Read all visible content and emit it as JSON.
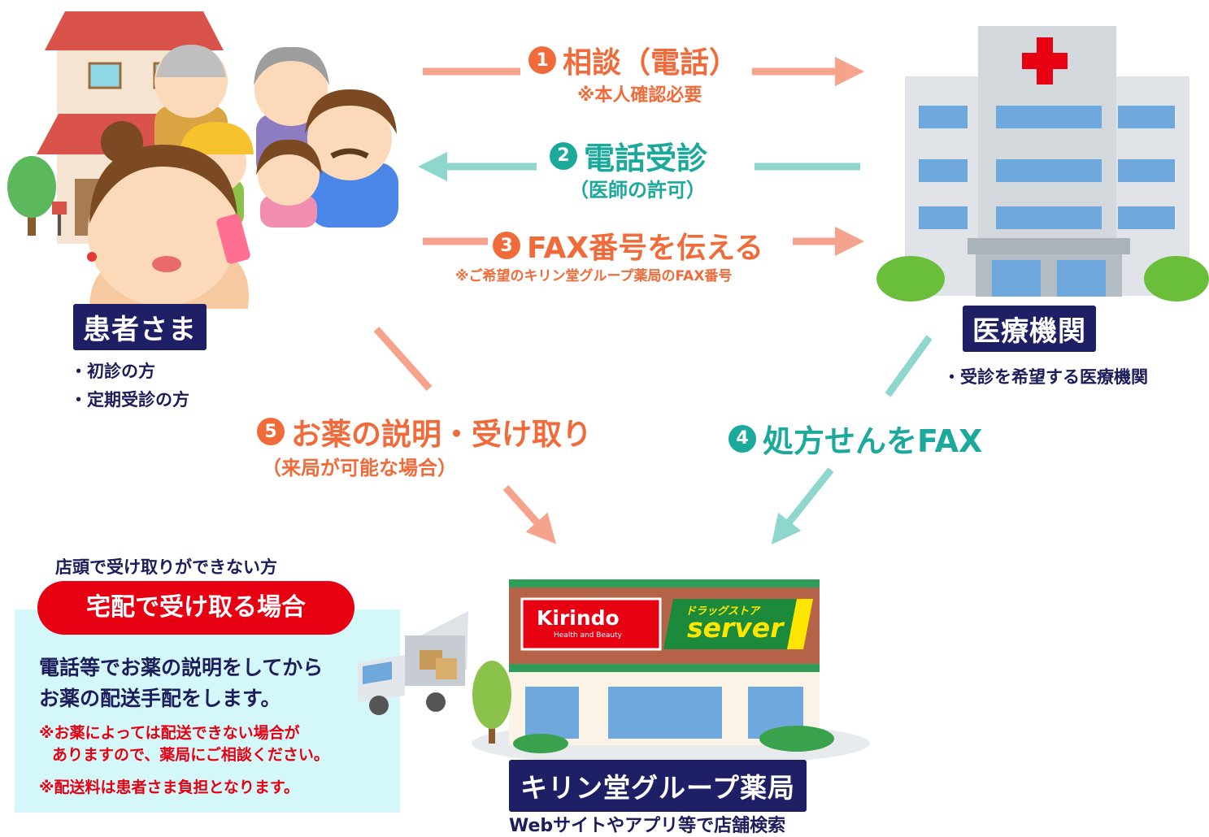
{
  "patient": {
    "label": "患者さま",
    "bullets": [
      "・初診の方",
      "・定期受診の方"
    ]
  },
  "hospital": {
    "label": "医療機関",
    "bullet": "・受診を希望する医療機関"
  },
  "pharmacy": {
    "label": "キリン堂グループ薬局",
    "sub": "Webサイトやアプリ等で店舗検索",
    "sign_kirindo": "Kirindo",
    "sign_kirindo_sub": "Health and Beauty",
    "sign_server_top": "ドラッグストア",
    "sign_server": "server"
  },
  "steps": [
    {
      "num": "1",
      "title": "相談（電話）",
      "note": "※本人確認必要"
    },
    {
      "num": "2",
      "title": "電話受診",
      "note": "（医師の許可）"
    },
    {
      "num": "3",
      "title": "FAX番号を伝える",
      "note": "※ご希望のキリン堂グループ薬局のFAX番号"
    },
    {
      "num": "4",
      "title": "処方せんをFAX"
    },
    {
      "num": "5",
      "title": "お薬の説明・受け取り",
      "note": "（来局が可能な場合）"
    }
  ],
  "delivery": {
    "heading": "店頭で受け取りができない方",
    "pill": "宅配で受け取る場合",
    "body": [
      "電話等でお薬の説明をしてから",
      "お薬の配送手配をします。"
    ],
    "warn1": [
      "※お薬によっては配送できない場合が",
      "ありますので、薬局にご相談ください。"
    ],
    "warn2": "※配送料は患者さま負担となります。"
  },
  "colors": {
    "orange": "#f16b3a",
    "salmon": "#f5a38c",
    "teal": "#1aa99a",
    "teal_light": "#8fd6cf",
    "navy": "#1f1f66",
    "red": "#e60012",
    "panel": "#d4f7f9"
  }
}
